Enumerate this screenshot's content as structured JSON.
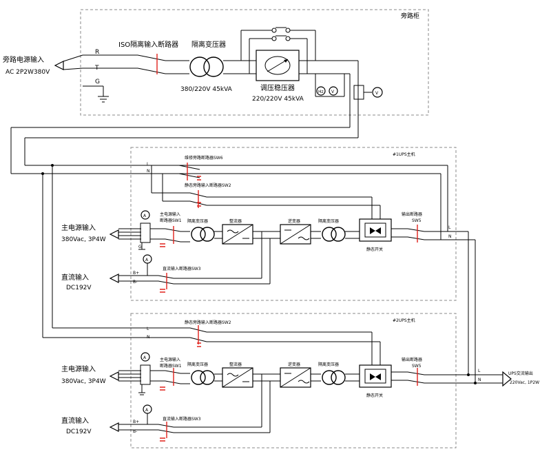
{
  "bypass_cabinet": {
    "title": "旁路柜",
    "input_label": "旁路电源输入",
    "input_spec": "AC 2P2W380V",
    "phase_r": "R",
    "phase_t": "T",
    "ground": "G",
    "iso_breaker": "ISO隔离输入断路器",
    "iso_transformer": "隔离变压器",
    "iso_transformer_spec": "380/220V 45kVA",
    "regulator": "调压稳压器",
    "regulator_spec": "220/220V 45kVA",
    "meter_hz": "Hz",
    "meter_v": "V"
  },
  "ups1": {
    "title": "#1UPS主机",
    "l": "L",
    "n": "N",
    "maint_bypass": "维修旁路断路器SW6",
    "static_bypass": "静态旁路输入断路器SW2",
    "main_input": "主电源输入",
    "main_spec": "380Vac, 3P4W",
    "main_breaker_line1": "主电源输入",
    "main_breaker_line2": "断路器SW1",
    "iso_transformer": "隔离变压器",
    "rectifier": "整流器",
    "inverter": "逆变器",
    "out_transformer": "隔离变压器",
    "static_switch": "静态开关",
    "out_breaker": "输出断路器",
    "out_breaker_id": "SW5",
    "dc_input": "直流输入",
    "dc_spec": "DC192V",
    "dc_breaker": "直流输入断路器SW3",
    "b_plus": "B+",
    "b_minus": "B-",
    "meter_a": "A",
    "ground": "G",
    "out_l": "L",
    "out_n": "N"
  },
  "ups2": {
    "title": "#2UPS主机",
    "l": "L",
    "n": "N",
    "static_bypass": "静态旁路输入断路器SW2",
    "main_input": "主电源输入",
    "main_spec": "380Vac, 3P4W",
    "main_breaker_line1": "主电源输入",
    "main_breaker_line2": "断路器SW1",
    "iso_transformer": "隔离变压器",
    "rectifier": "整流器",
    "inverter": "逆变器",
    "out_transformer": "隔离变压器",
    "static_switch": "静态开关",
    "out_breaker": "输出断路器",
    "out_breaker_id": "SW5",
    "dc_input": "直流输入",
    "dc_spec": "DC192V",
    "dc_breaker": "直流输入断路器SW3",
    "b_plus": "B+",
    "b_minus": "B-",
    "meter_a": "A",
    "out_l": "L",
    "out_n": "N"
  },
  "output": {
    "label": "UPS交流输出",
    "spec": "220Vac, 1P2W"
  },
  "colors": {
    "wire": "#000000",
    "breaker": "#e0201a",
    "frame": "#888888"
  }
}
